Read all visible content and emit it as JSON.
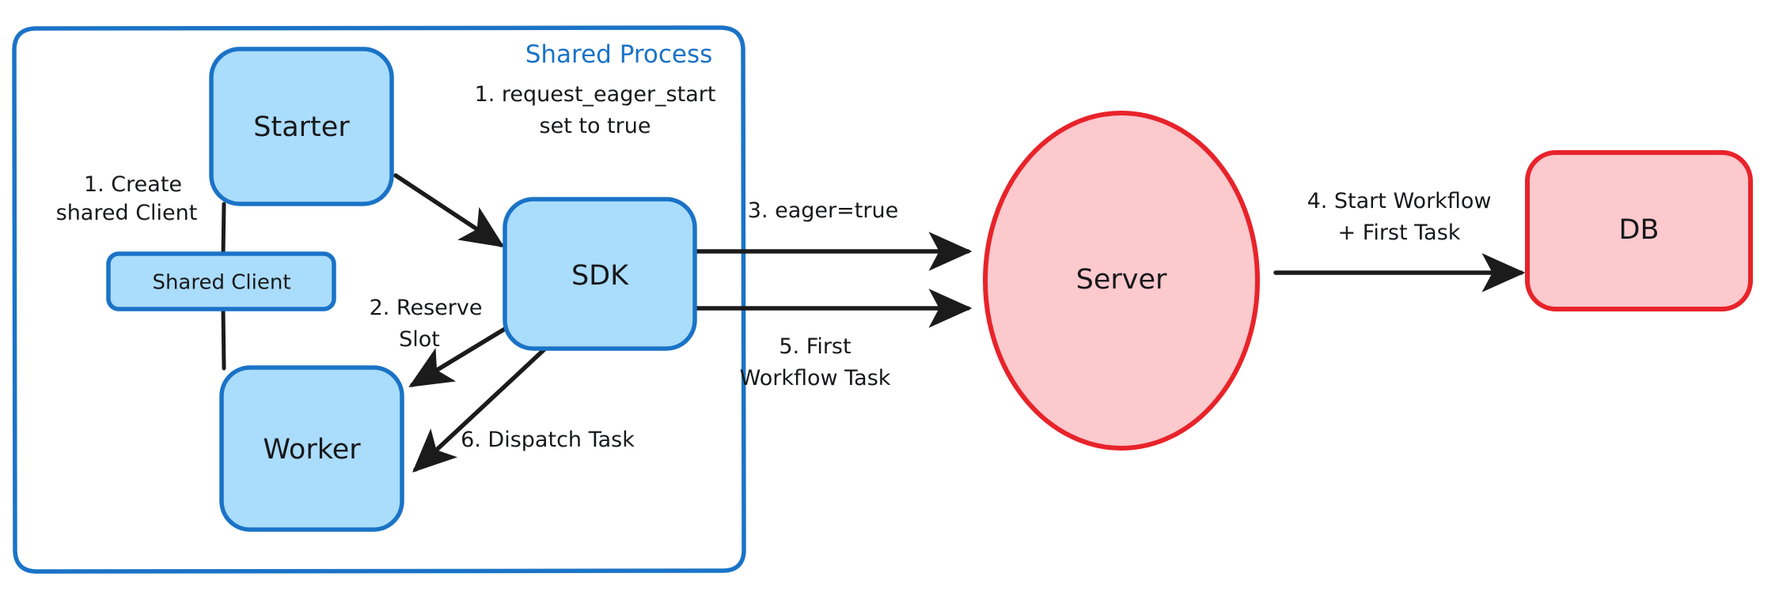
{
  "diagram": {
    "title": "Eager Workflow Start - Shared Process Flow",
    "colors": {
      "group_border": "#1a73c7",
      "node_blue_fill": "#aadcfc",
      "node_blue_border": "#1a73c7",
      "node_red_fill": "#fcc9cd",
      "node_red_border": "#e8232a",
      "arrow": "#1b1b1b",
      "label_text": "#17181a",
      "background": "#ffffff"
    },
    "group": {
      "label": "Shared Process"
    },
    "nodes": [
      {
        "id": "starter",
        "label": "Starter",
        "shape": "rounded-rect",
        "style": "blue"
      },
      {
        "id": "shared_client",
        "label": "Shared Client",
        "shape": "rounded-rect",
        "style": "blue"
      },
      {
        "id": "worker",
        "label": "Worker",
        "shape": "rounded-rect",
        "style": "blue"
      },
      {
        "id": "sdk",
        "label": "SDK",
        "shape": "rounded-rect",
        "style": "blue"
      },
      {
        "id": "server",
        "label": "Server",
        "shape": "ellipse",
        "style": "red"
      },
      {
        "id": "db",
        "label": "DB",
        "shape": "rounded-rect",
        "style": "red"
      }
    ],
    "edges": [
      {
        "id": "e1",
        "from": "starter",
        "to": "shared_client",
        "label_lines": [
          "1. Create",
          "shared Client"
        ],
        "arrow": false
      },
      {
        "id": "e2",
        "from": "starter",
        "to": "sdk",
        "label_lines": [
          "1. request_eager_start",
          "set to true"
        ],
        "arrow": true
      },
      {
        "id": "e3",
        "from": "sdk",
        "to": "worker",
        "label_lines": [
          "2. Reserve",
          "Slot"
        ],
        "arrow": true
      },
      {
        "id": "e4",
        "from": "sdk",
        "to": "server",
        "label_lines": [
          "3. eager=true"
        ],
        "arrow": true
      },
      {
        "id": "e5",
        "from": "server",
        "to": "db",
        "label_lines": [
          "4. Start Workflow",
          "+ First Task"
        ],
        "arrow": true
      },
      {
        "id": "e6",
        "from": "server",
        "to": "sdk",
        "label_lines": [
          "5. First",
          "Workflow Task"
        ],
        "arrow": true
      },
      {
        "id": "e7",
        "from": "sdk",
        "to": "worker",
        "label_lines": [
          "6. Dispatch Task"
        ],
        "arrow": true
      }
    ],
    "labels": {
      "group_process": "Shared Process",
      "starter": "Starter",
      "shared_client": "Shared Client",
      "worker": "Worker",
      "sdk": "SDK",
      "server": "Server",
      "db": "DB",
      "edge1_line1": "1. Create",
      "edge1_line2": "shared Client",
      "edge2_line1": "1. request_eager_start",
      "edge2_line2": "set to true",
      "edge3_line1": "2. Reserve",
      "edge3_line2": "Slot",
      "edge4_line1": "3. eager=true",
      "edge5_line1": "4. Start Workflow",
      "edge5_line2": "+ First Task",
      "edge6_line1": "5. First",
      "edge6_line2": "Workflow Task",
      "edge7_line1": "6. Dispatch Task"
    }
  }
}
